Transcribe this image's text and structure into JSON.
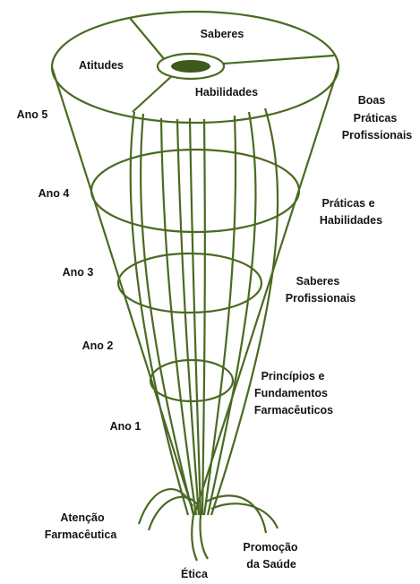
{
  "colors": {
    "line": "#4a6a22",
    "hub_fill": "#3d5a1a",
    "text": "#141414",
    "background": "#ffffff"
  },
  "top_sections": {
    "saberes": "Saberes",
    "atitudes": "Atitudes",
    "habilidades": "Habilidades"
  },
  "years": [
    "Ano 5",
    "Ano 4",
    "Ano 3",
    "Ano 2",
    "Ano 1"
  ],
  "levels": {
    "boas_praticas": [
      "Boas",
      "Práticas",
      "Profissionais"
    ],
    "praticas_habilidades": [
      "Práticas e",
      "Habilidades"
    ],
    "saberes_profissionais": [
      "Saberes",
      "Profissionais"
    ],
    "principios": [
      "Princípios e",
      "Fundamentos",
      "Farmacêuticos"
    ]
  },
  "roots": {
    "atencao": [
      "Atenção",
      "Farmacêutica"
    ],
    "etica": "Ética",
    "promocao": [
      "Promoção",
      "da Saúde"
    ]
  }
}
